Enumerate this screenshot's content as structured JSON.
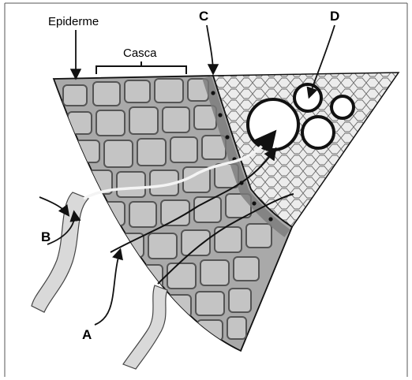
{
  "labels": {
    "epiderme": "Epiderme",
    "casca": "Casca",
    "a": "A",
    "b": "B",
    "c": "C",
    "d": "D"
  },
  "colors": {
    "cortex_fill": "#a9a9a9",
    "cell_fill": "#c4c4c4",
    "cell_wall": "#555555",
    "stele_fill": "#ececec",
    "stele_wall": "#6a6a6a",
    "hair_fill": "#d9d9d9",
    "outline": "#111111"
  }
}
